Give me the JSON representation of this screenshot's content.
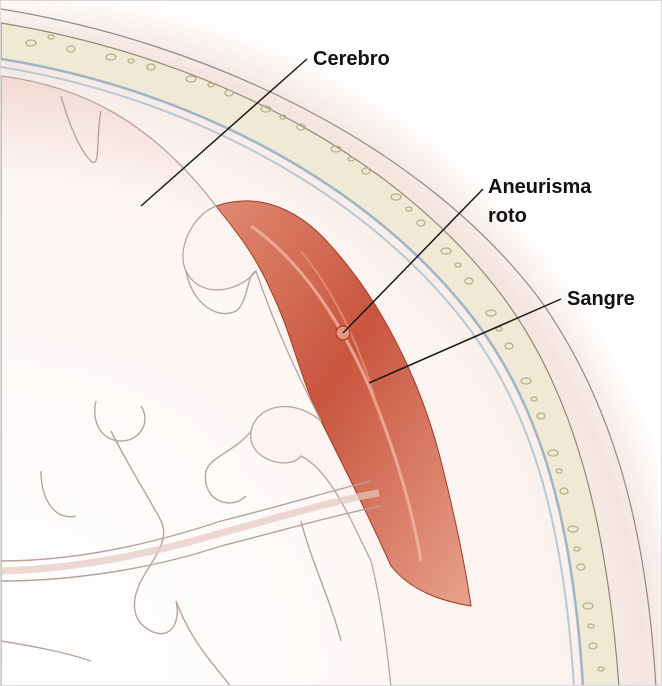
{
  "labels": {
    "brain": "Cerebro",
    "aneurysm_line1": "Aneurisma",
    "aneurysm_line2": "roto",
    "blood": "Sangre"
  },
  "colors": {
    "background": "#ffffff",
    "blood": "#c9553f",
    "blood_dark": "#a33a26",
    "brain_tissue": "#fbf1ee",
    "skull_bone": "#efe9d6",
    "bone_pores": "#b9ae8a",
    "meninges": "#9fb4c4",
    "scalp": "#f6ece8",
    "leader_line": "#1a1a1a"
  }
}
